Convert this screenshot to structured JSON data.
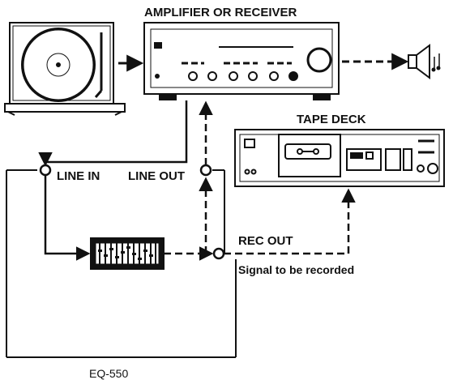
{
  "labels": {
    "amplifier": "AMPLIFIER OR RECEIVER",
    "tape_deck": "TAPE DECK",
    "line_in": "LINE IN",
    "line_out": "LINE OUT",
    "rec_out": "REC OUT",
    "signal_note": "Signal to be recorded",
    "unit_name": "EQ-550"
  },
  "icons": {
    "turntable": "turntable-icon",
    "amplifier": "amplifier-icon",
    "tape_deck": "tape-deck-icon",
    "equalizer": "equalizer-icon",
    "speaker": "speaker-icon"
  }
}
